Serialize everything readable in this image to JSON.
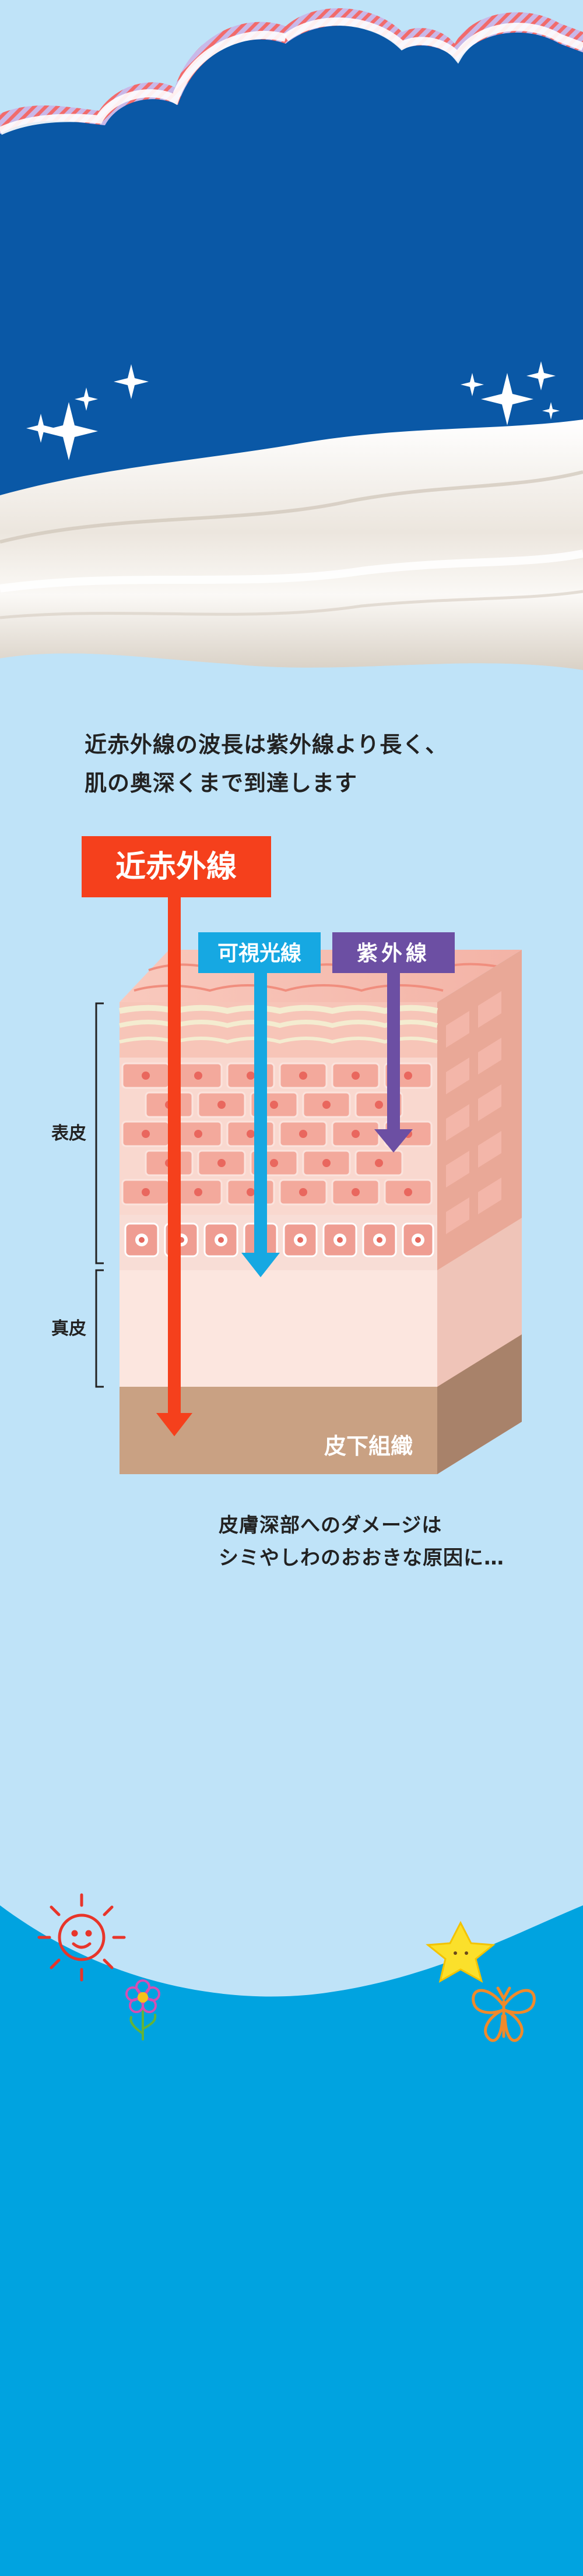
{
  "headline": {
    "line1": "近赤外線の波長は紫外線より長く、",
    "line2": "肌の奥深くまで到達します"
  },
  "rays": {
    "near_infrared": "近赤外線",
    "visible": "可視光線",
    "ultraviolet": "紫外線"
  },
  "layers": {
    "epidermis": "表皮",
    "dermis": "真皮",
    "subcutaneous": "皮下組織"
  },
  "caption": {
    "line1": "皮膚深部へのダメージは",
    "line2": "シミやしわのおおきな原因に…"
  },
  "colors": {
    "night_sky": "#0a58a6",
    "cloud": "#ffffff",
    "page_bg": "#bfe3f8",
    "bottom_blue": "#00a3e0",
    "near_infrared": "#f5401c",
    "visible": "#16a8e2",
    "ultraviolet": "#6c4fa3"
  }
}
